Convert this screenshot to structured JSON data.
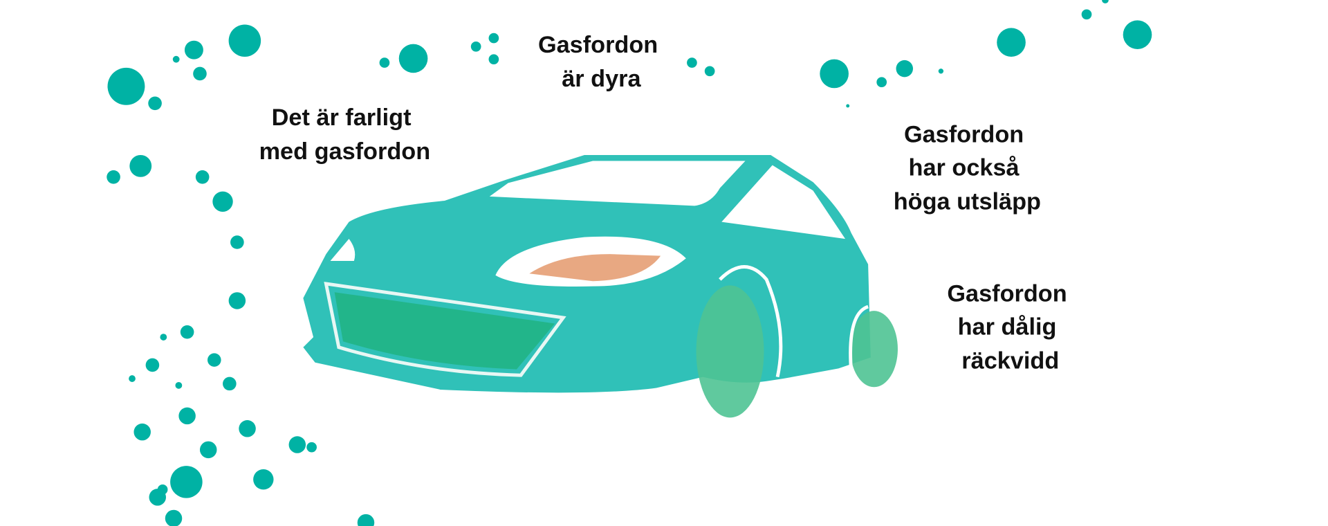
{
  "colors": {
    "dots": "#00b2a4",
    "car_body": "#30c1b8",
    "wheel": "#4fc393",
    "grille": "#22b58a",
    "headlight": "#e8a882",
    "text": "#111111"
  },
  "labels": {
    "expensive": [
      "Gasfordon",
      "är dyra"
    ],
    "dangerous": [
      "Det är farligt",
      "med gasfordon"
    ],
    "emissions": [
      "Gasfordon",
      "har också",
      "höga utsläpp"
    ],
    "range": [
      "Gasfordon",
      "har dålig",
      "räckvidd"
    ]
  }
}
